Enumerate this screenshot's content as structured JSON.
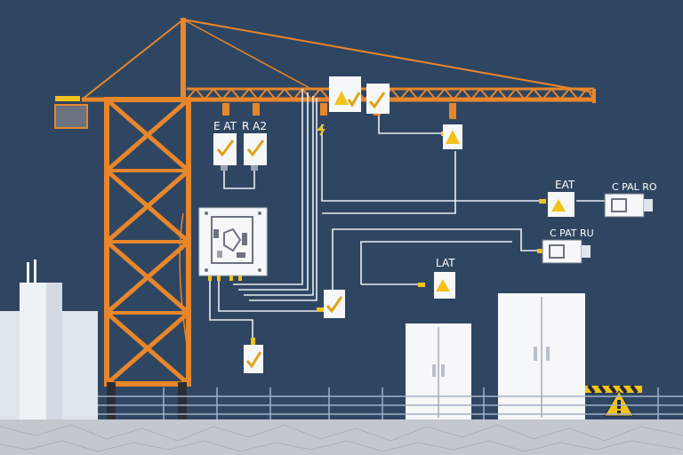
{
  "colors": {
    "background": "#2f4662",
    "crane": "#e8862b",
    "wire": "#e9edf2",
    "box": "#f6f7f8",
    "indicator": "#f2c21b",
    "check": "#e0a21a",
    "building": "#e3e8ee",
    "ground": "#c3c8cf"
  },
  "labels": {
    "left_box_a": "E AT",
    "left_box_b": "R A2",
    "right_top": "EAT",
    "right_device": "C PAL RO",
    "right_mid": "C PAT RU",
    "center_lower": "LAT"
  },
  "icons": {
    "check": "check-icon",
    "warning": "warning-icon",
    "lightning": "lightning-icon"
  }
}
